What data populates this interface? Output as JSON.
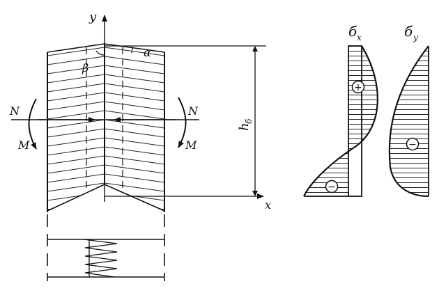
{
  "labels": {
    "axis_y": "y",
    "axis_x": "x",
    "alpha": "α",
    "beta": "β",
    "force_left": "N",
    "force_right": "N",
    "moment_left": "M",
    "moment_right": "M",
    "height": "h",
    "height_sub": "б",
    "sigma_x": "б",
    "sigma_x_sub": "x",
    "sigma_y": "б",
    "sigma_y_sub": "y",
    "plus_sign": "+",
    "minus_sign": "−"
  }
}
